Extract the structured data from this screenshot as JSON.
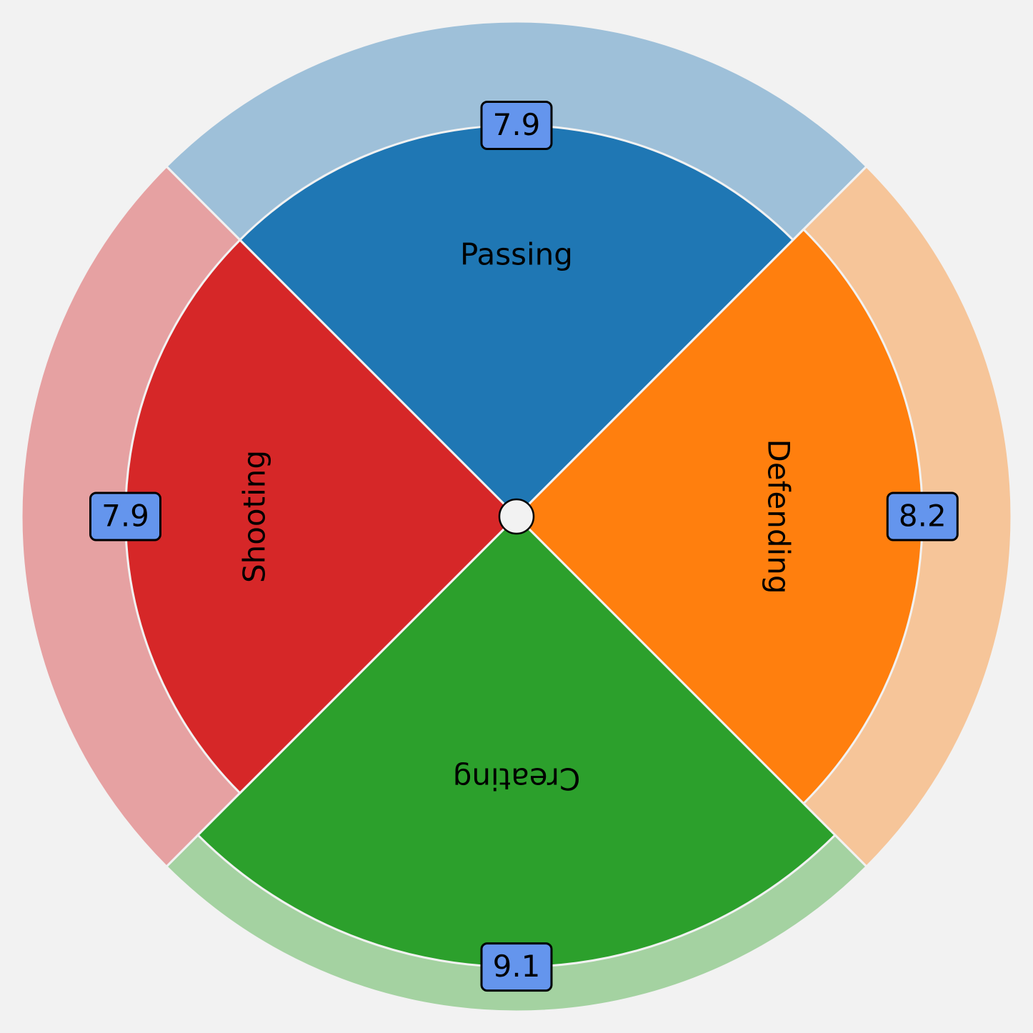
{
  "chart_data": {
    "type": "polar-area",
    "max": 10,
    "categories": [
      {
        "name": "Passing",
        "value": 7.9,
        "value_label": "7.9",
        "color": "#1f77b4",
        "bg_color": "#9ec0d9"
      },
      {
        "name": "Defending",
        "value": 8.2,
        "value_label": "8.2",
        "color": "#ff7f0e",
        "bg_color": "#f6c599"
      },
      {
        "name": "Creating",
        "value": 9.1,
        "value_label": "9.1",
        "color": "#2ca02c",
        "bg_color": "#a4d2a1"
      },
      {
        "name": "Shooting",
        "value": 7.9,
        "value_label": "7.9",
        "color": "#d62728",
        "bg_color": "#e6a1a2"
      }
    ],
    "label_box_color": "#6495ed",
    "background": "#f2f2f2"
  }
}
